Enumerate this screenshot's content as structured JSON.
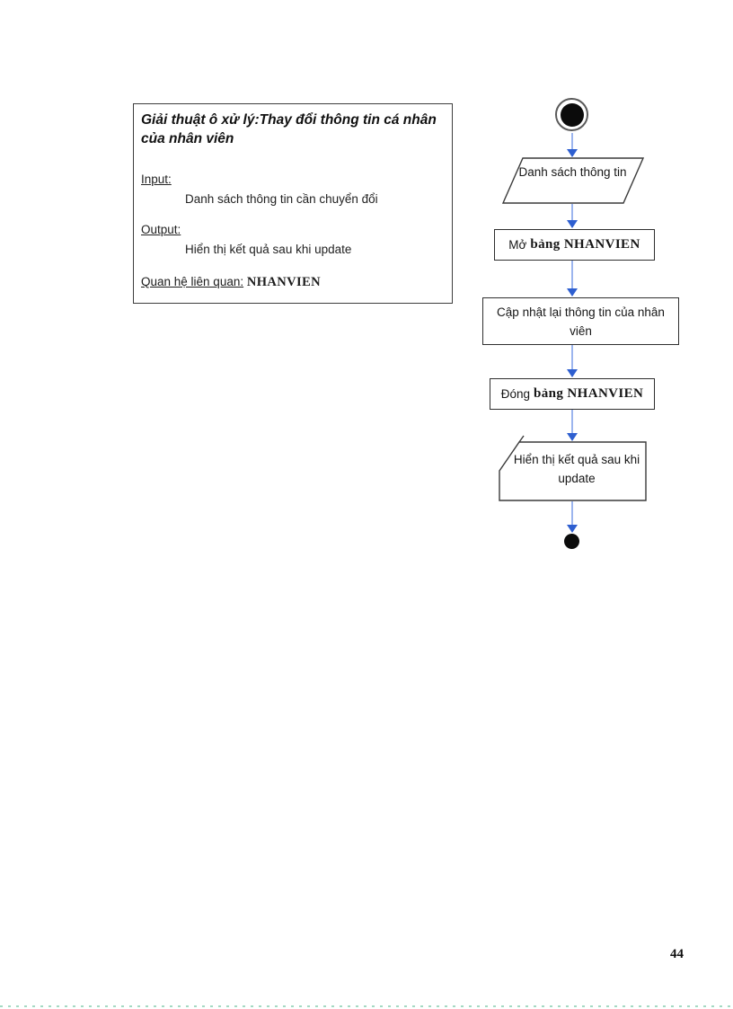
{
  "page": {
    "number": "44"
  },
  "info_box": {
    "title": "Giải thuật ô xử lý:Thay đổi thông tin cá nhân của nhân viên",
    "input_label": "Input:",
    "input_value": "Danh sách thông tin cần chuyển đổi",
    "output_label": "Output:",
    "output_value": "Hiển thị kết quả sau khi update",
    "relation_label": "Quan hệ liên quan:",
    "relation_value": "NHANVIEN"
  },
  "flowchart": {
    "input_shape_label": "Danh sách thông tin",
    "open_table": {
      "prefix": "Mở",
      "table": "bảng NHANVIEN"
    },
    "update_step_label": "Cập nhật lại thông tin của nhân viên",
    "close_table": {
      "prefix": "Đóng",
      "table": "bảng NHANVIEN"
    },
    "display_shape_label": "Hiển thị kết quả sau khi update",
    "colors": {
      "arrow_line": "#7b9ce8",
      "arrow_head": "#2e5fd0",
      "shape_border": "#3a3a3a"
    }
  }
}
